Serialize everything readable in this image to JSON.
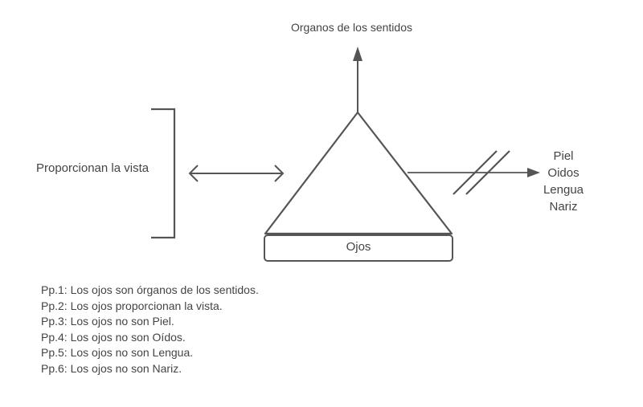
{
  "diagram": {
    "top_label": "Organos de los sentidos",
    "left_label": "Proporcionan la vista",
    "base_label": "Ojos",
    "excluded": [
      "Piel",
      "Oidos",
      "Lengua",
      "Nariz"
    ],
    "stroke_color": "#555555",
    "text_color": "#444444"
  },
  "propositions": [
    "Pp.1: Los ojos son órganos de los sentidos.",
    "Pp.2: Los ojos proporcionan la vista.",
    "Pp.3: Los ojos no son Piel.",
    "Pp.4: Los ojos no son Oídos.",
    "Pp.5: Los ojos no son Lengua.",
    "Pp.6: Los ojos no son Nariz."
  ]
}
